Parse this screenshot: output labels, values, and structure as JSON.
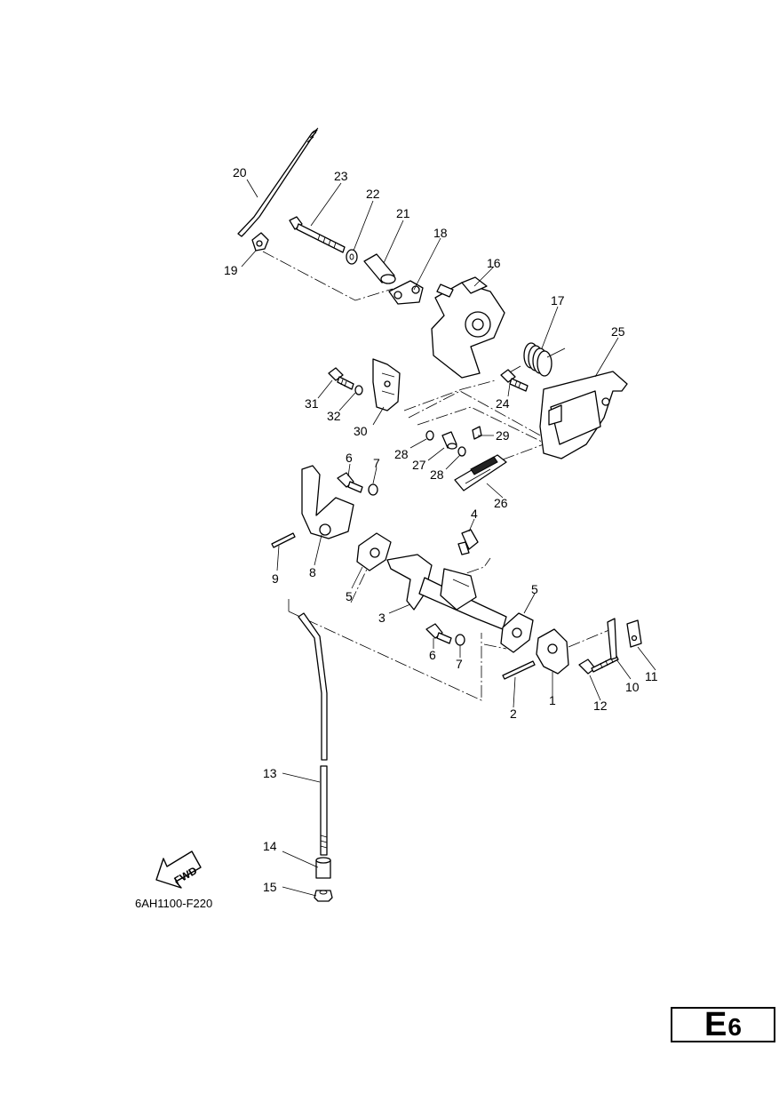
{
  "diagram_code": "6AH1100-F220",
  "fwd_label": "FWD",
  "section": {
    "letter": "E",
    "number": "6"
  },
  "callouts": [
    "20",
    "23",
    "22",
    "21",
    "18",
    "16",
    "19",
    "17",
    "25",
    "31",
    "32",
    "30",
    "24",
    "28",
    "27",
    "28",
    "29",
    "26",
    "6",
    "7",
    "4",
    "9",
    "8",
    "5",
    "3",
    "5",
    "6",
    "7",
    "2",
    "1",
    "12",
    "10",
    "11",
    "13",
    "14",
    "15"
  ]
}
